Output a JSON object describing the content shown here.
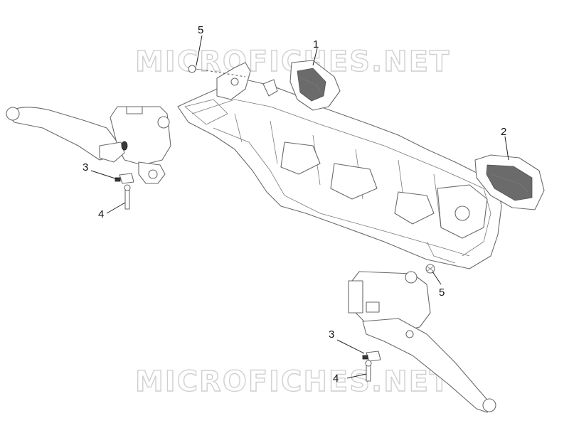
{
  "watermark_text": "MICROFICHES.NET",
  "callouts": [
    {
      "id": "1",
      "label": "1"
    },
    {
      "id": "2",
      "label": "2"
    },
    {
      "id": "3",
      "label": "3"
    },
    {
      "id": "4",
      "label": "4"
    },
    {
      "id": "5",
      "label": "5"
    }
  ]
}
